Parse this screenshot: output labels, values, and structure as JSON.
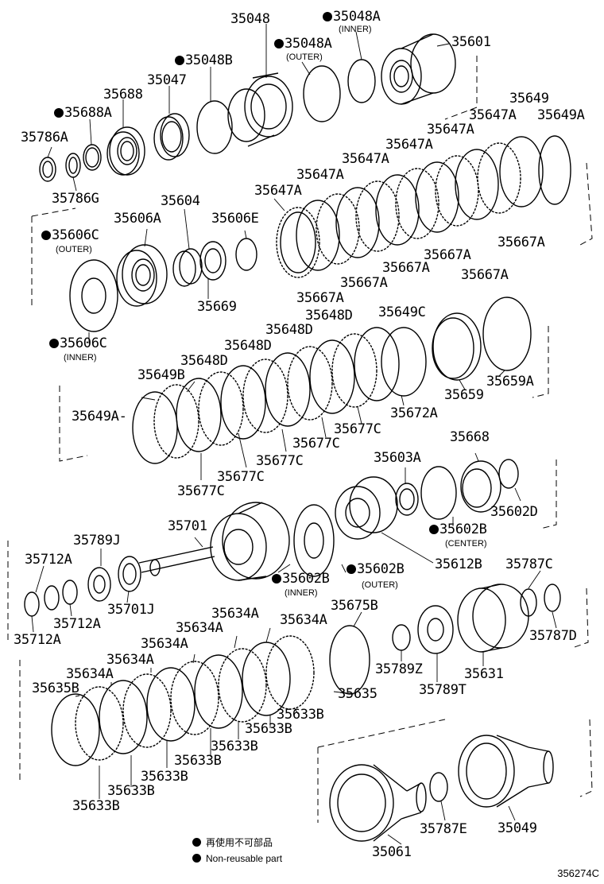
{
  "figure_id": "356274C",
  "legend": [
    {
      "marker": "filled-circle",
      "text": "再使用不可部品"
    },
    {
      "marker": "filled-circle",
      "text": "Non-reusable part"
    }
  ],
  "colors": {
    "line": "#000000",
    "background": "#ffffff"
  },
  "parts": [
    {
      "id": "35048",
      "mark": false,
      "note": ""
    },
    {
      "id": "35048A",
      "mark": true,
      "note": "(INNER)"
    },
    {
      "id": "35048A",
      "mark": true,
      "note": "(OUTER)"
    },
    {
      "id": "35601",
      "mark": false,
      "note": ""
    },
    {
      "id": "35048B",
      "mark": true,
      "note": ""
    },
    {
      "id": "35047",
      "mark": false,
      "note": ""
    },
    {
      "id": "35688",
      "mark": false,
      "note": ""
    },
    {
      "id": "35688A",
      "mark": true,
      "note": ""
    },
    {
      "id": "35786A",
      "mark": false,
      "note": ""
    },
    {
      "id": "35786G",
      "mark": false,
      "note": ""
    },
    {
      "id": "35649",
      "mark": false,
      "note": ""
    },
    {
      "id": "35647A",
      "mark": false,
      "note": ""
    },
    {
      "id": "35649A",
      "mark": false,
      "note": ""
    },
    {
      "id": "35647A",
      "mark": false,
      "note": ""
    },
    {
      "id": "35647A",
      "mark": false,
      "note": ""
    },
    {
      "id": "35647A",
      "mark": false,
      "note": ""
    },
    {
      "id": "35647A",
      "mark": false,
      "note": ""
    },
    {
      "id": "35647A",
      "mark": false,
      "note": ""
    },
    {
      "id": "35604",
      "mark": false,
      "note": ""
    },
    {
      "id": "35606A",
      "mark": false,
      "note": ""
    },
    {
      "id": "35606E",
      "mark": false,
      "note": ""
    },
    {
      "id": "35606C",
      "mark": true,
      "note": "(OUTER)"
    },
    {
      "id": "35669",
      "mark": false,
      "note": ""
    },
    {
      "id": "35606C",
      "mark": true,
      "note": "(INNER)"
    },
    {
      "id": "35667A",
      "mark": false,
      "note": ""
    },
    {
      "id": "35667A",
      "mark": false,
      "note": ""
    },
    {
      "id": "35667A",
      "mark": false,
      "note": ""
    },
    {
      "id": "35667A",
      "mark": false,
      "note": ""
    },
    {
      "id": "35667A",
      "mark": false,
      "note": ""
    },
    {
      "id": "35667A",
      "mark": false,
      "note": ""
    },
    {
      "id": "35648D",
      "mark": false,
      "note": ""
    },
    {
      "id": "35648D",
      "mark": false,
      "note": ""
    },
    {
      "id": "35649C",
      "mark": false,
      "note": ""
    },
    {
      "id": "35648D",
      "mark": false,
      "note": ""
    },
    {
      "id": "35648D",
      "mark": false,
      "note": ""
    },
    {
      "id": "35649B",
      "mark": false,
      "note": ""
    },
    {
      "id": "35649A-",
      "mark": false,
      "note": ""
    },
    {
      "id": "35659",
      "mark": false,
      "note": ""
    },
    {
      "id": "35659A",
      "mark": false,
      "note": ""
    },
    {
      "id": "35672A",
      "mark": false,
      "note": ""
    },
    {
      "id": "35677C",
      "mark": false,
      "note": ""
    },
    {
      "id": "35677C",
      "mark": false,
      "note": ""
    },
    {
      "id": "35677C",
      "mark": false,
      "note": ""
    },
    {
      "id": "35677C",
      "mark": false,
      "note": ""
    },
    {
      "id": "35677C",
      "mark": false,
      "note": ""
    },
    {
      "id": "35668",
      "mark": false,
      "note": ""
    },
    {
      "id": "35603A",
      "mark": false,
      "note": ""
    },
    {
      "id": "35602D",
      "mark": false,
      "note": ""
    },
    {
      "id": "35602B",
      "mark": true,
      "note": "(CENTER)"
    },
    {
      "id": "35701",
      "mark": false,
      "note": ""
    },
    {
      "id": "35789J",
      "mark": false,
      "note": ""
    },
    {
      "id": "35712A",
      "mark": false,
      "note": ""
    },
    {
      "id": "35712A",
      "mark": false,
      "note": ""
    },
    {
      "id": "35712A",
      "mark": false,
      "note": ""
    },
    {
      "id": "35701J",
      "mark": false,
      "note": ""
    },
    {
      "id": "35602B",
      "mark": true,
      "note": "(INNER)"
    },
    {
      "id": "35602B",
      "mark": true,
      "note": "(OUTER)"
    },
    {
      "id": "35612B",
      "mark": false,
      "note": ""
    },
    {
      "id": "35787C",
      "mark": false,
      "note": ""
    },
    {
      "id": "35787D",
      "mark": false,
      "note": ""
    },
    {
      "id": "35675B",
      "mark": false,
      "note": ""
    },
    {
      "id": "35634A",
      "mark": false,
      "note": ""
    },
    {
      "id": "35634A",
      "mark": false,
      "note": ""
    },
    {
      "id": "35634A",
      "mark": false,
      "note": ""
    },
    {
      "id": "35634A",
      "mark": false,
      "note": ""
    },
    {
      "id": "35634A",
      "mark": false,
      "note": ""
    },
    {
      "id": "35634A",
      "mark": false,
      "note": ""
    },
    {
      "id": "35635B",
      "mark": false,
      "note": ""
    },
    {
      "id": "35789Z",
      "mark": false,
      "note": ""
    },
    {
      "id": "35789T",
      "mark": false,
      "note": ""
    },
    {
      "id": "35631",
      "mark": false,
      "note": ""
    },
    {
      "id": "35635",
      "mark": false,
      "note": ""
    },
    {
      "id": "35633B",
      "mark": false,
      "note": ""
    },
    {
      "id": "35633B",
      "mark": false,
      "note": ""
    },
    {
      "id": "35633B",
      "mark": false,
      "note": ""
    },
    {
      "id": "35633B",
      "mark": false,
      "note": ""
    },
    {
      "id": "35633B",
      "mark": false,
      "note": ""
    },
    {
      "id": "35633B",
      "mark": false,
      "note": ""
    },
    {
      "id": "35633B",
      "mark": false,
      "note": ""
    },
    {
      "id": "35061",
      "mark": false,
      "note": ""
    },
    {
      "id": "35787E",
      "mark": false,
      "note": ""
    },
    {
      "id": "35049",
      "mark": false,
      "note": ""
    }
  ]
}
